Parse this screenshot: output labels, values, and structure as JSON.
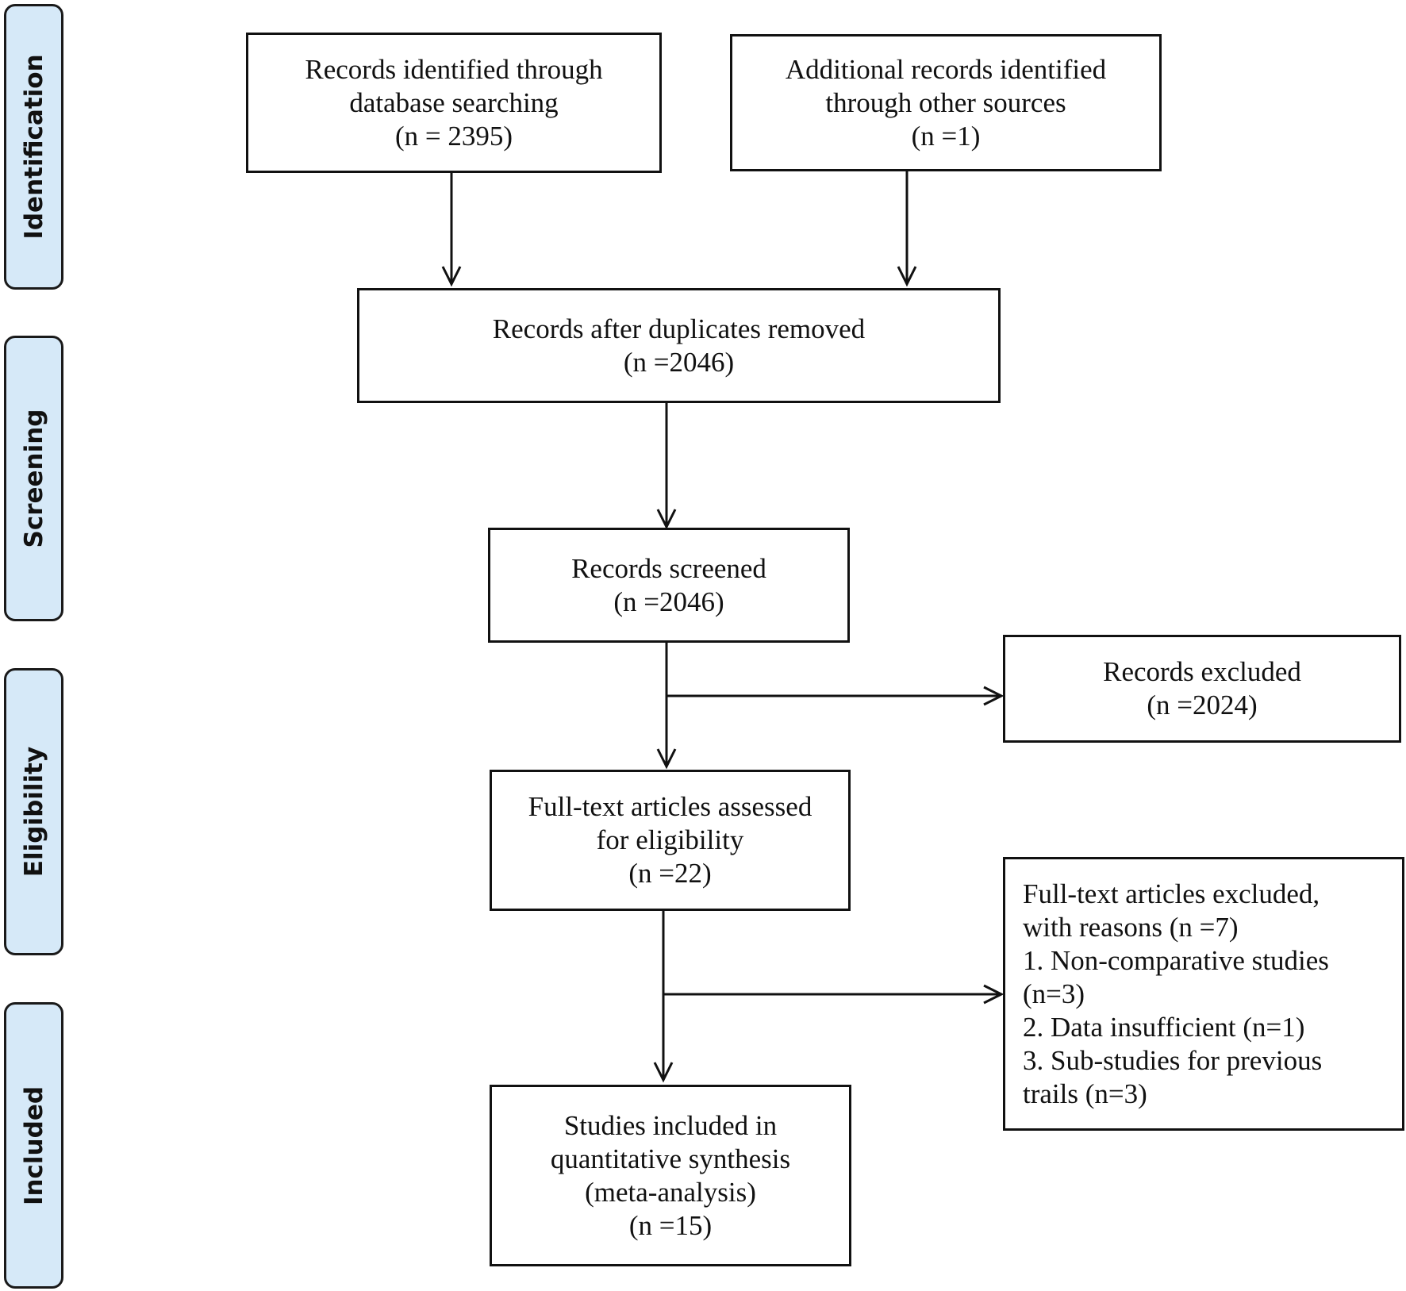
{
  "phases": {
    "identification": "Identification",
    "screening": "Screening",
    "eligibility": "Eligibility",
    "included": "Included"
  },
  "boxes": {
    "database": {
      "line1": "Records identified through",
      "line2": "database searching",
      "line3": "(n = 2395)"
    },
    "other_sources": {
      "line1": "Additional records identified",
      "line2": "through other sources",
      "line3": "(n =1)"
    },
    "duplicates_removed": {
      "line1": "Records after duplicates removed",
      "line2": "(n =2046)"
    },
    "screened": {
      "line1": "Records screened",
      "line2": "(n =2046)"
    },
    "excluded": {
      "line1": "Records excluded",
      "line2": "(n =2024)"
    },
    "fulltext_assessed": {
      "line1": "Full-text articles assessed",
      "line2": "for eligibility",
      "line3": "(n =22)"
    },
    "fulltext_excluded": {
      "line1": "Full-text articles excluded,",
      "line2": "with reasons (n =7)",
      "line3": "1. Non-comparative studies",
      "line4": "(n=3)",
      "line5": "2. Data insufficient (n=1)",
      "line6": "3. Sub-studies for previous",
      "line7": "trails (n=3)"
    },
    "included": {
      "line1": "Studies included in",
      "line2": "quantitative synthesis",
      "line3": "(meta-analysis)",
      "line4": "(n =15)"
    }
  }
}
